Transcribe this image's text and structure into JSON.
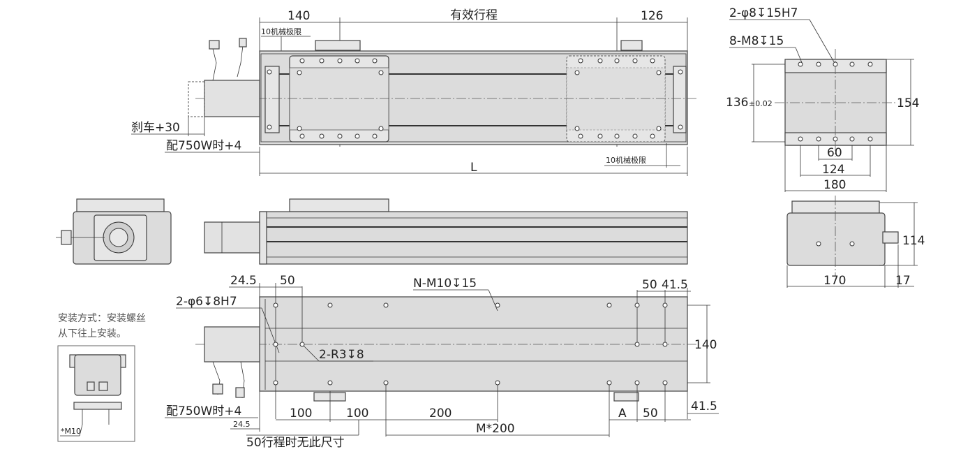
{
  "top_view": {
    "dim_left": "140",
    "dim_stroke": "有效行程",
    "dim_right": "126",
    "mech_limit_left": "10机械极限",
    "mech_limit_right": "10机械极限",
    "brake": "刹车+30",
    "w750": "配750W时+4",
    "length": "L"
  },
  "end_view_top": {
    "pin_holes": "2-φ8↧15H7",
    "tapped_holes": "8-M8↧15",
    "height_inner": "136",
    "tolerance": "±0.02",
    "height_outer": "154",
    "w60": "60",
    "w124": "124",
    "w180": "180"
  },
  "end_view_side": {
    "height": "114",
    "width": "170",
    "offset": "17"
  },
  "bottom_view": {
    "d24_5_top": "24.5",
    "d50_top_left": "50",
    "tapped_holes": "N-M10↧15",
    "d50_top_right": "50",
    "d41_5_top": "41.5",
    "pin_holes": "2-φ6↧8H7",
    "height": "140",
    "slot_holes": "2-R3↧8",
    "w750": "配750W时+4",
    "d24_5_bottom": "24.5",
    "d100_a": "100",
    "d100_b": "100",
    "d200": "200",
    "dim_a": "A",
    "d50_bottom": "50",
    "d41_5_bottom": "41.5",
    "pitch": "M*200",
    "note_50": "50行程时无此尺寸"
  },
  "mounting_note": {
    "line1": "安装方式：安装螺丝",
    "line2": "从下往上安装。",
    "screw": "*M10"
  }
}
